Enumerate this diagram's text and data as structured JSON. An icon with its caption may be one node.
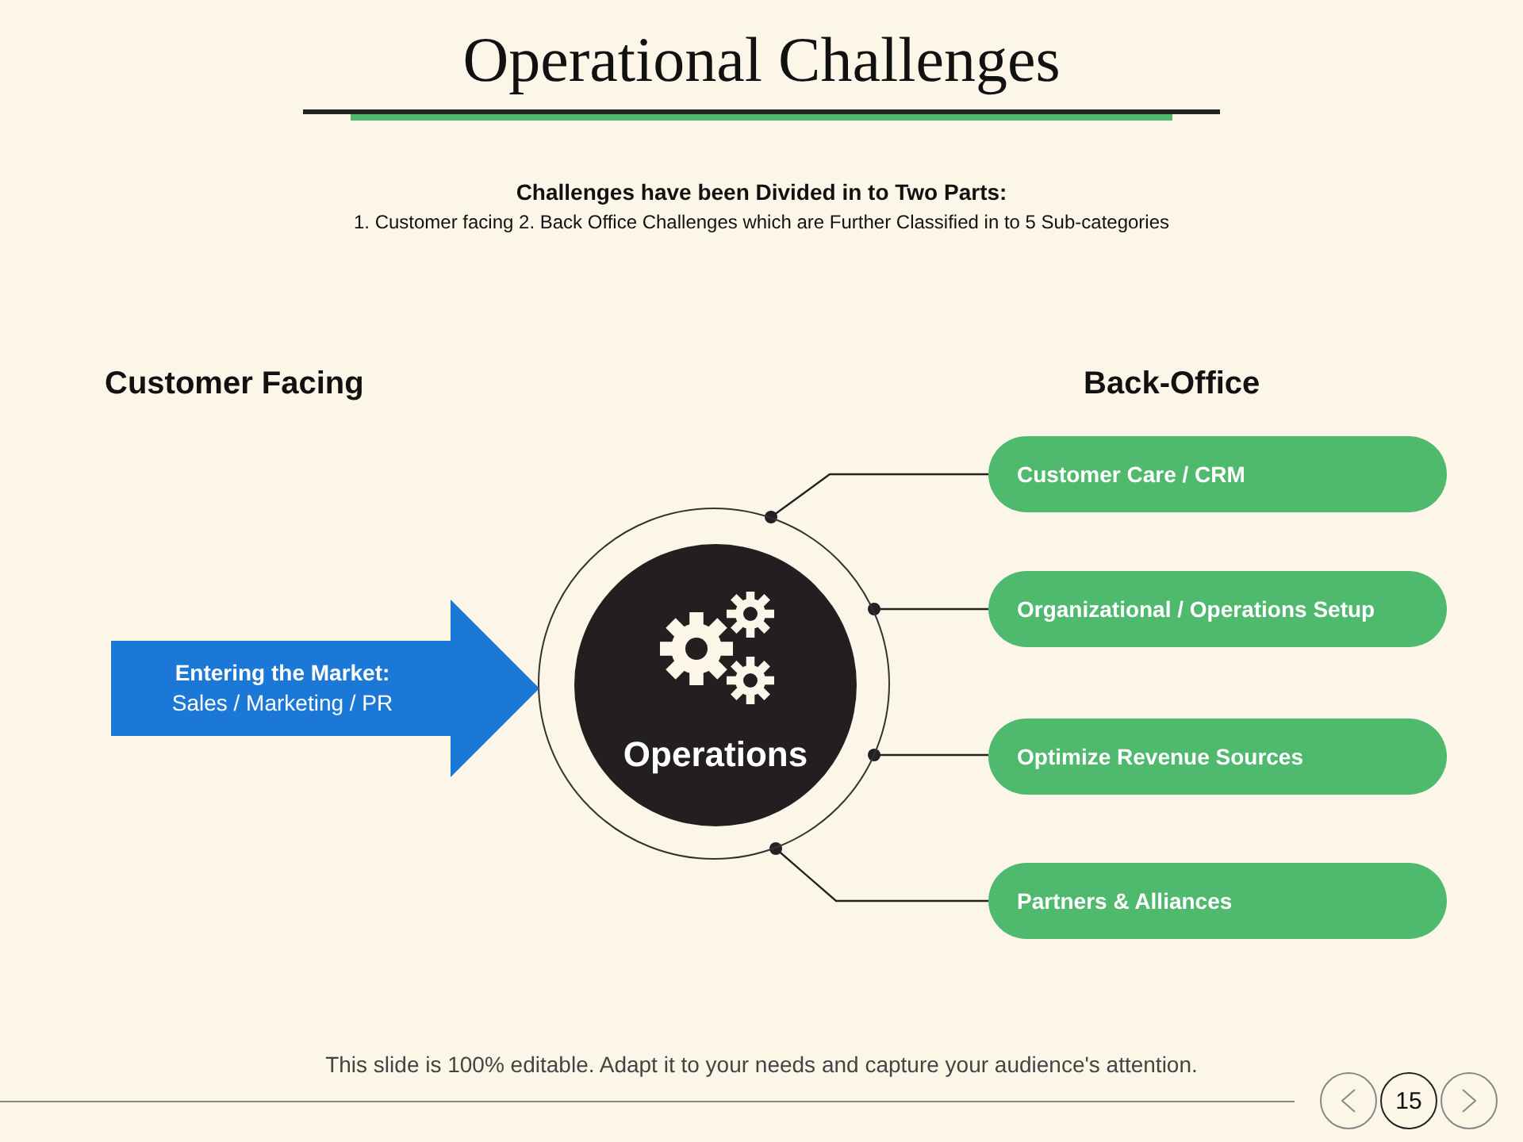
{
  "diagram": {
    "title": "Operational Challenges",
    "nodes": [
      {
        "text": [],
        "shape": "circle"
      },
      {
        "text": [
          "Operations"
        ],
        "in": 0
      },
      {
        "text": [
          "Entering the Market:",
          "Sales / Marketing / PR"
        ]
      },
      {
        "text": [
          "Customer Care / CRM"
        ]
      },
      {
        "text": [
          "Organizational / Operations Setup"
        ]
      },
      {
        "text": [
          "Optimize Revenue Sources"
        ]
      },
      {
        "text": [
          "Partners & Alliances"
        ]
      }
    ],
    "edges": [
      {
        "from": 0,
        "to": 3,
        "arrow": "other"
      },
      {
        "from": 0,
        "to": 4,
        "arrow": "other"
      },
      {
        "from": 0,
        "to": 5,
        "arrow": "other"
      },
      {
        "from": 0,
        "to": 6,
        "arrow": "other"
      }
    ],
    "labels": [
      "Challenges have been Divided in to Two Parts:",
      "1. Customer facing 2. Back Office Challenges which are Further Classified in to 5 Sub-categories",
      "Customer Facing",
      "Back-Office",
      "This slide is 100% editable. Adapt it to your needs and capture your audience's attention.",
      "15"
    ]
  }
}
